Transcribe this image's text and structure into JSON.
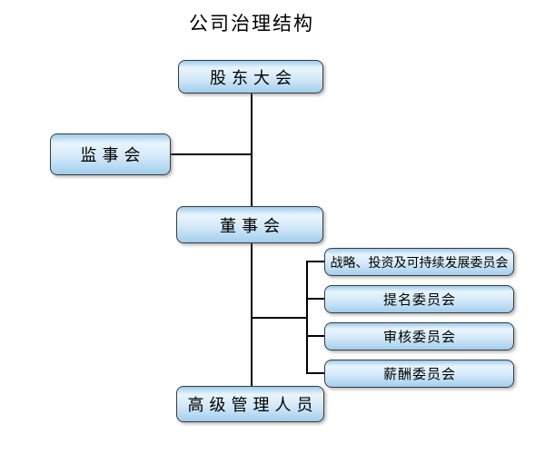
{
  "title": "公司治理结构",
  "nodes": {
    "shareholders": {
      "label": "股东大会"
    },
    "supervisors": {
      "label": "监事会"
    },
    "board": {
      "label": "董事会"
    },
    "management": {
      "label": "高级管理人员"
    },
    "committees": [
      {
        "label": "战略、投资及可持续发展委员会"
      },
      {
        "label": "提名委员会"
      },
      {
        "label": "审核委员会"
      },
      {
        "label": "薪酬委员会"
      }
    ]
  },
  "edges": [
    {
      "from": "股东大会",
      "to": "监事会"
    },
    {
      "from": "股东大会",
      "to": "董事会"
    },
    {
      "from": "董事会",
      "to": "战略、投资及可持续发展委员会"
    },
    {
      "from": "董事会",
      "to": "提名委员会"
    },
    {
      "from": "董事会",
      "to": "审核委员会"
    },
    {
      "from": "董事会",
      "to": "薪酬委员会"
    },
    {
      "from": "董事会",
      "to": "高级管理人员"
    }
  ],
  "colors": {
    "background": "#ffffff",
    "box_border": "#3b3b3b",
    "box_gradient_top": "#9ecbed",
    "box_gradient_highlight": "#e9f5fd",
    "box_gradient_mid": "#d4e9f8",
    "box_gradient_bottom": "#a2ceee",
    "connector": "#000000",
    "text": "#000000"
  }
}
